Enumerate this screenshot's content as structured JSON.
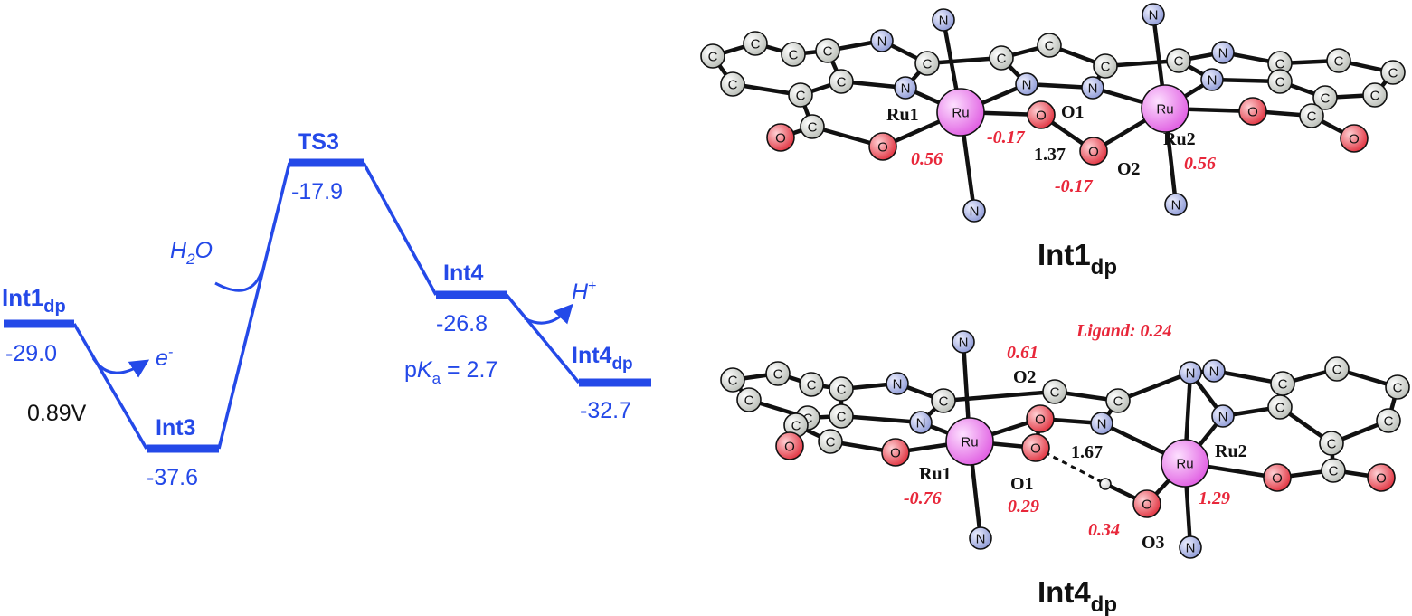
{
  "energy_diagram": {
    "levels": {
      "int1dp": {
        "name": "Int1",
        "sub": "dp",
        "value": "-29.0"
      },
      "int3": {
        "name": "Int3",
        "value": "-37.6"
      },
      "ts3": {
        "name": "TS3",
        "value": "-17.9"
      },
      "int4": {
        "name": "Int4",
        "value": "-26.8"
      },
      "int4dp": {
        "name": "Int4",
        "sub": "dp",
        "value": "-32.7"
      }
    },
    "annotations": {
      "electron": "e",
      "electron_sup": "-",
      "potential": "0.89V",
      "water": "H",
      "water_sub": "2",
      "water_tail": "O",
      "proton": "H",
      "proton_sup": "+",
      "pka_p": "p",
      "pka_k": "K",
      "pka_sub": "a",
      "pka_rest": " = 2.7"
    }
  },
  "molecule_top": {
    "title": "Int1",
    "title_sub": "dp",
    "labels": {
      "ru1": "Ru1",
      "ru2": "Ru2",
      "o1": "O1",
      "o2": "O2",
      "bond": "1.37"
    },
    "spins": {
      "ru1": "0.56",
      "ru2": "0.56",
      "o1": "-0.17",
      "o2": "-0.17"
    }
  },
  "molecule_bottom": {
    "title": "Int4",
    "title_sub": "dp",
    "labels": {
      "ru1": "Ru1",
      "ru2": "Ru2",
      "o1": "O1",
      "o2": "O2",
      "o3": "O3",
      "hbond": "1.67"
    },
    "spins": {
      "ru1": "-0.76",
      "ru2": "1.29",
      "o1": "0.29",
      "o2": "0.61",
      "o3": "0.34",
      "ligand": "Ligand: 0.24"
    }
  },
  "atom_symbols": {
    "ru": "Ru",
    "n": "N",
    "c": "C",
    "o": "O"
  },
  "colors": {
    "profile": "#2449e8",
    "spin": "#e8273a",
    "text": "#111111"
  }
}
